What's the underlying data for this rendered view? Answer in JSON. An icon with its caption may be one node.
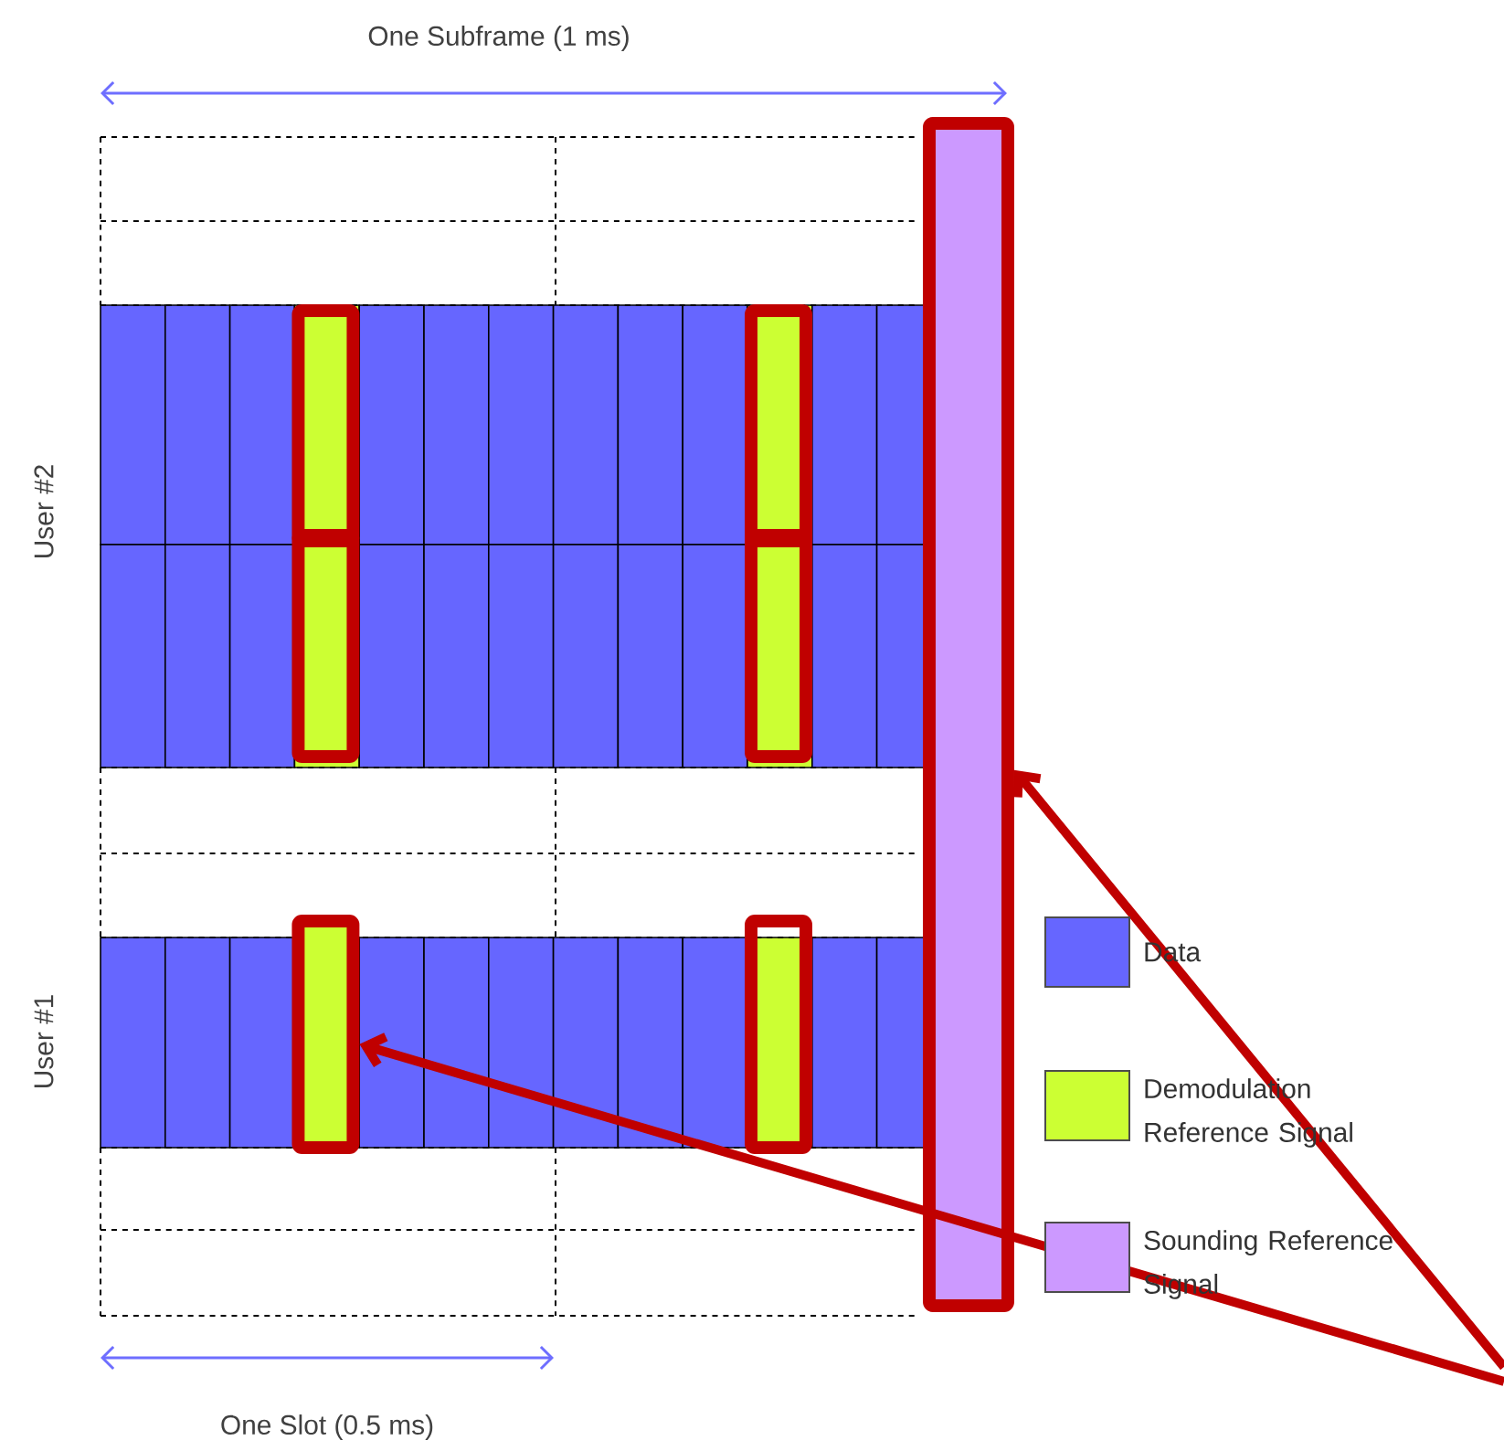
{
  "diagram": {
    "nodes": [
      {
        "text": [],
        "shape": "bar"
      },
      {
        "text": [],
        "shape": "box"
      }
    ],
    "edges": [
      {
        "from": null,
        "to": 0,
        "arrow": "to"
      },
      {
        "from": null,
        "to": 1,
        "arrow": "to"
      }
    ],
    "labels": [
      "One Subframe (1 ms)",
      "User #2",
      "User #1",
      "One Slot (0.5 ms)"
    ],
    "legend": [
      {
        "text": "Data",
        "color": "#6666ff"
      },
      {
        "text": "Demodulation Reference Signal",
        "color": "#ccff33"
      },
      {
        "text": "Sounding Reference Signal",
        "color": "#cc99ff"
      }
    ]
  }
}
